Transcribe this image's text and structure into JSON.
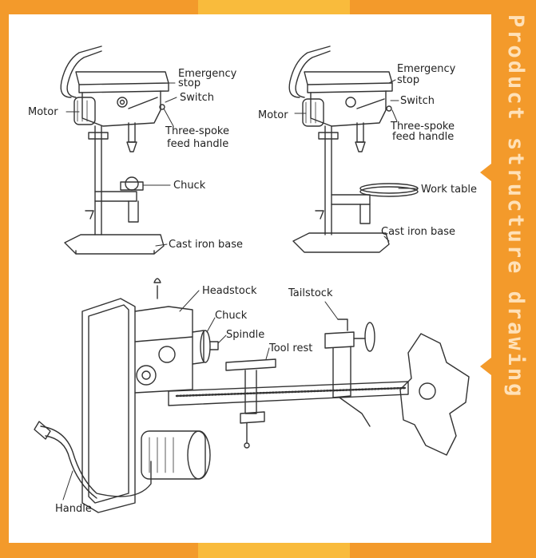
{
  "side_title": "Product structure drawing",
  "drill_press_1": {
    "labels": {
      "emergency_stop": [
        "Emergency",
        "stop"
      ],
      "switch": "Switch",
      "motor": "Motor",
      "feed_handle": [
        "Three-spoke",
        "feed handle"
      ],
      "chuck": "Chuck",
      "base": "Cast iron base"
    }
  },
  "drill_press_2": {
    "labels": {
      "emergency_stop": [
        "Emergency",
        "stop"
      ],
      "switch": "Switch",
      "motor": "Motor",
      "feed_handle": [
        "Three-spoke",
        "feed handle"
      ],
      "work_table": "Work table",
      "base": "Cast iron base"
    }
  },
  "lathe": {
    "labels": {
      "headstock": "Headstock",
      "chuck": "Chuck",
      "spindle": "Spindle",
      "tailstock": "Tailstock",
      "tool_rest": "Tool rest",
      "handle": "Handle"
    }
  },
  "colors": {
    "orange": "#f39a2b",
    "orange_light": "#f7b24a",
    "line": "#333333"
  }
}
